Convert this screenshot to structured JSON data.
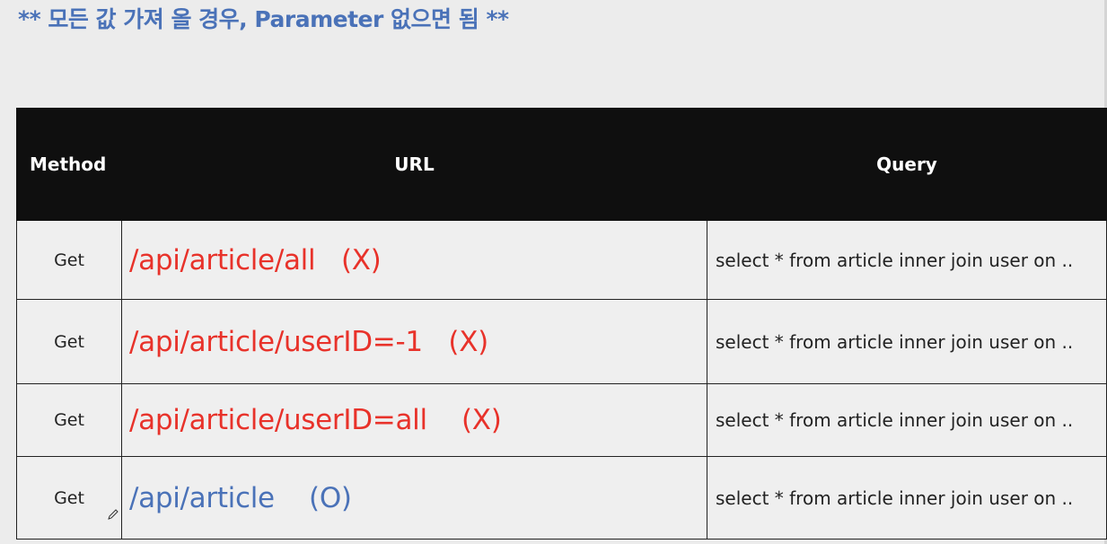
{
  "page_title": "** 모든 값 가져 올 경우, Parameter 없으면 됨 **",
  "table": {
    "headers": {
      "method": "Method",
      "url": "URL",
      "query": "Query"
    },
    "rows": [
      {
        "method": "Get",
        "url": "/api/article/all   (X)",
        "query": "select * from article inner join user on ..",
        "status": "bad"
      },
      {
        "method": "Get",
        "url": "/api/article/userID=-1   (X)",
        "query": "select * from article inner join user on ..",
        "status": "bad"
      },
      {
        "method": "Get",
        "url": "/api/article/userID=all    (X)",
        "query": "select * from article inner join user on ..",
        "status": "bad"
      },
      {
        "method": "Get",
        "url": "/api/article    (O)",
        "query": "select * from article inner join user on ..",
        "status": "good"
      }
    ]
  },
  "colors": {
    "title": "#4a72b8",
    "bad_url": "#e8322a",
    "good_url": "#4a72b8",
    "header_bg": "#0f0f0f"
  },
  "icons": {
    "pen": "pen-icon"
  }
}
